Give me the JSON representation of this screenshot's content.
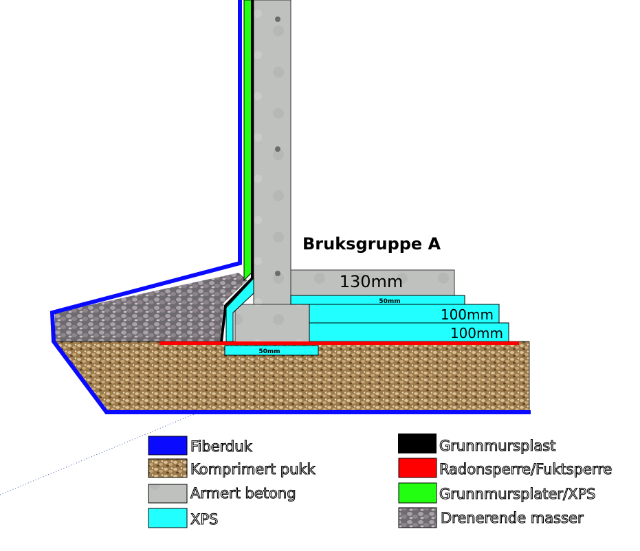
{
  "title": "Bruksgruppe A",
  "dimensions": {
    "slab": "130mm",
    "xps_top": "50mm",
    "xps_mid": "100mm",
    "xps_low": "100mm",
    "xps_under_footing": "50mm"
  },
  "colors": {
    "fiberduk": "#0a0aff",
    "xps": "#22ffff",
    "grunnmursplast": "#000000",
    "radonsperre": "#ff0000",
    "grunnmursplater": "#22ff11",
    "betong": "#bdbfbd"
  },
  "legend": {
    "left": [
      {
        "label": "Fiberduk",
        "swatch": "fiberduk"
      },
      {
        "label": "Komprimert pukk",
        "swatch": "pukk"
      },
      {
        "label": "Armert betong",
        "swatch": "betong"
      },
      {
        "label": "XPS",
        "swatch": "xps"
      }
    ],
    "right": [
      {
        "label": "Grunnmursplast",
        "swatch": "grunnmursplast"
      },
      {
        "label": "Radonsperre/Fuktsperre",
        "swatch": "radonsperre"
      },
      {
        "label": "Grunnmursplater/XPS",
        "swatch": "grunnmursplater"
      },
      {
        "label": "Drenerende masser",
        "swatch": "drenerende"
      }
    ]
  }
}
